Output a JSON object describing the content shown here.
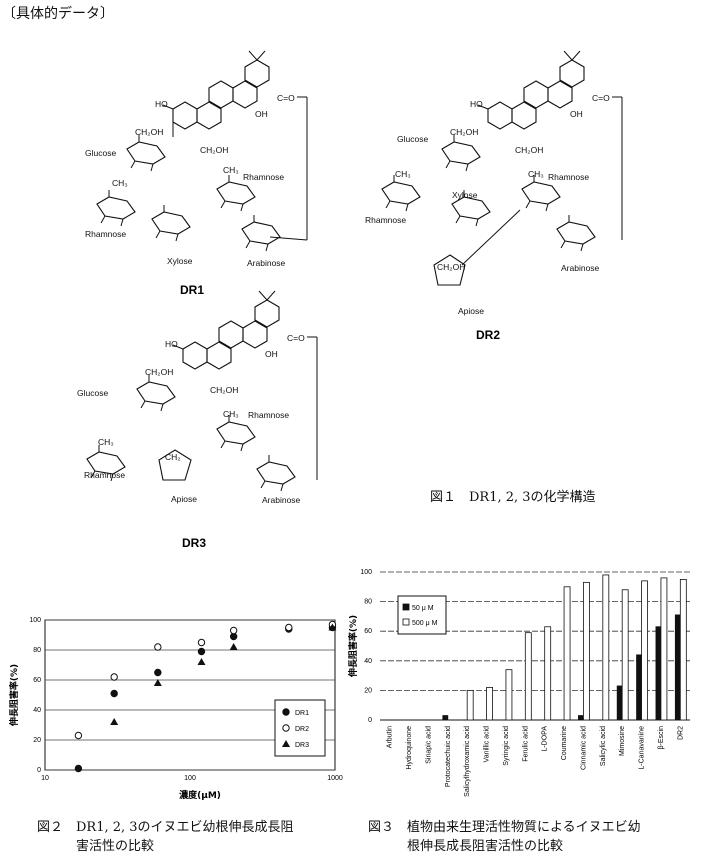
{
  "header": "〔具体的データ〕",
  "figure1": {
    "caption": "図１　DR1, 2, 3の化学構造",
    "compounds": [
      {
        "id": "DR1",
        "labels": [
          "Glucose",
          "Rhamnose",
          "Xylose",
          "Rhamnose",
          "Arabinose"
        ]
      },
      {
        "id": "DR2",
        "labels": [
          "Glucose",
          "Xylose",
          "Rhamnose",
          "Rhamnose",
          "Apiose",
          "Arabinose"
        ]
      },
      {
        "id": "DR3",
        "labels": [
          "Glucose",
          "Rhamnose",
          "Apiose",
          "Rhamnose",
          "Arabinose"
        ]
      }
    ],
    "groups": [
      "HO",
      "OH",
      "CH₂OH",
      "CH₃",
      "C=O",
      "O"
    ]
  },
  "figure2": {
    "caption_line1": "図２　DR1, 2, 3のイヌエビ幼根伸長成長阻",
    "caption_line2": "　　　害活性の比較",
    "chart_data": {
      "type": "scatter",
      "xlabel": "濃度(μM)",
      "ylabel": "伸長阻害率(%)",
      "xscale": "log",
      "xlim": [
        10,
        1000
      ],
      "ylim": [
        0,
        100
      ],
      "xticks": [
        "10",
        "100",
        "1000"
      ],
      "yticks": [
        "0",
        "20",
        "40",
        "60",
        "80",
        "100"
      ],
      "legend_position": "right",
      "series": [
        {
          "name": "DR1",
          "marker": "filled-circle",
          "x": [
            17,
            30,
            60,
            120,
            200,
            480,
            960
          ],
          "y": [
            1,
            51,
            65,
            79,
            89,
            94,
            95
          ]
        },
        {
          "name": "DR2",
          "marker": "open-circle",
          "x": [
            17,
            30,
            60,
            120,
            200,
            480,
            960
          ],
          "y": [
            23,
            62,
            82,
            85,
            93,
            95,
            97
          ]
        },
        {
          "name": "DR3",
          "marker": "filled-triangle",
          "x": [
            30,
            60,
            120,
            200,
            960
          ],
          "y": [
            32,
            58,
            72,
            82,
            95
          ]
        }
      ]
    }
  },
  "figure3": {
    "caption_line1": "図３　植物由来生理活性物質によるイヌエビ幼",
    "caption_line2": "　　　根伸長成長阻害活性の比較",
    "chart_data": {
      "type": "bar",
      "ylabel": "伸長阻害率(%)",
      "ylim": [
        0,
        100
      ],
      "yticks": [
        "0",
        "20",
        "40",
        "60",
        "80",
        "100"
      ],
      "legend_position": "top-left",
      "categories": [
        "Arbutin",
        "Hydroquinone",
        "Sinapic acid",
        "Protocatechuic acid",
        "Salicylhydroxamic acid",
        "Vanillic acid",
        "Syringic acid",
        "Ferulic acid",
        "L-DOPA",
        "Coumarine",
        "Cinnamic acid",
        "Salicylic acid",
        "Mimosine",
        "L-Canavanine",
        "β-Escin",
        "DR2"
      ],
      "series": [
        {
          "name": "50 μ M",
          "color": "#111111",
          "values": [
            0,
            0,
            0,
            3,
            0,
            0,
            0,
            0,
            0,
            0,
            3,
            0,
            23,
            44,
            63,
            71
          ]
        },
        {
          "name": "500 μ M",
          "color": "#ffffff",
          "values": [
            0,
            0,
            0,
            0,
            20,
            22,
            34,
            59,
            63,
            90,
            93,
            98,
            88,
            94,
            96,
            95
          ]
        }
      ]
    }
  }
}
